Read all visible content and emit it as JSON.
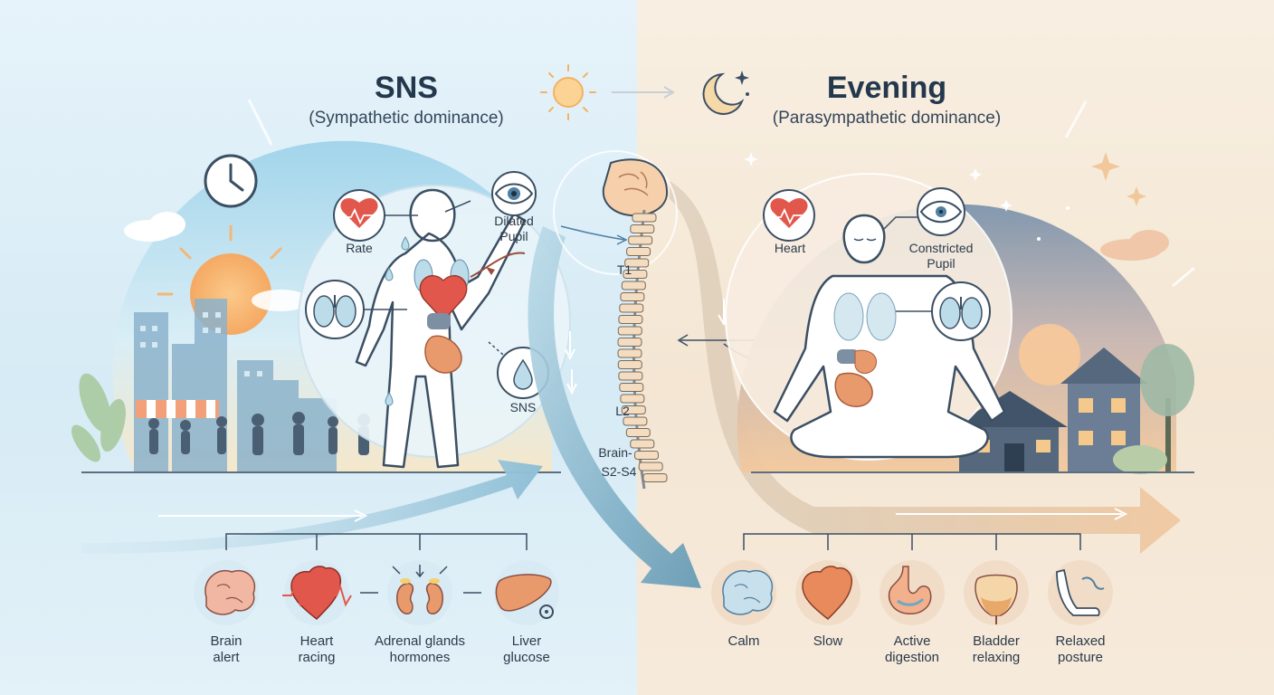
{
  "left_panel": {
    "title": "SNS",
    "subtitle": "(Sympathetic dominance)",
    "labels": {
      "heart": "Rate",
      "eye_line1": "Dilated",
      "eye_line2": "Pupil",
      "drop": "SNS"
    },
    "effects": [
      {
        "line1": "Brain",
        "line2": "alert",
        "icon": "brain-icon"
      },
      {
        "line1": "Heart",
        "line2": "racing",
        "icon": "heart-icon"
      },
      {
        "line1": "Adrenal glands",
        "line2": "hormones",
        "icon": "kidney-icon"
      },
      {
        "line1": "Liver",
        "line2": "glucose",
        "icon": "liver-icon"
      }
    ]
  },
  "right_panel": {
    "title": "Evening",
    "subtitle": "(Parasympathetic dominance)",
    "labels": {
      "heart": "Heart",
      "eye_line1": "Constricted",
      "eye_line2": "Pupil"
    },
    "effects": [
      {
        "line1": "Calm",
        "line2": "",
        "icon": "brain-icon"
      },
      {
        "line1": "Slow",
        "line2": "",
        "icon": "heart-icon"
      },
      {
        "line1": "Active",
        "line2": "digestion",
        "icon": "stomach-icon"
      },
      {
        "line1": "Bladder",
        "line2": "relaxing",
        "icon": "bladder-icon"
      },
      {
        "line1": "Relaxed",
        "line2": "posture",
        "icon": "posture-icon"
      }
    ]
  },
  "spine": {
    "t1": "T1",
    "l2": "L2",
    "brain_line1": "Brain-",
    "brain_line2": "S2-S4"
  },
  "colors": {
    "sns_accent": "#7fb3cc",
    "pns_accent": "#e8b98a",
    "heart": "#e2574c",
    "organ": "#e89a6c"
  }
}
